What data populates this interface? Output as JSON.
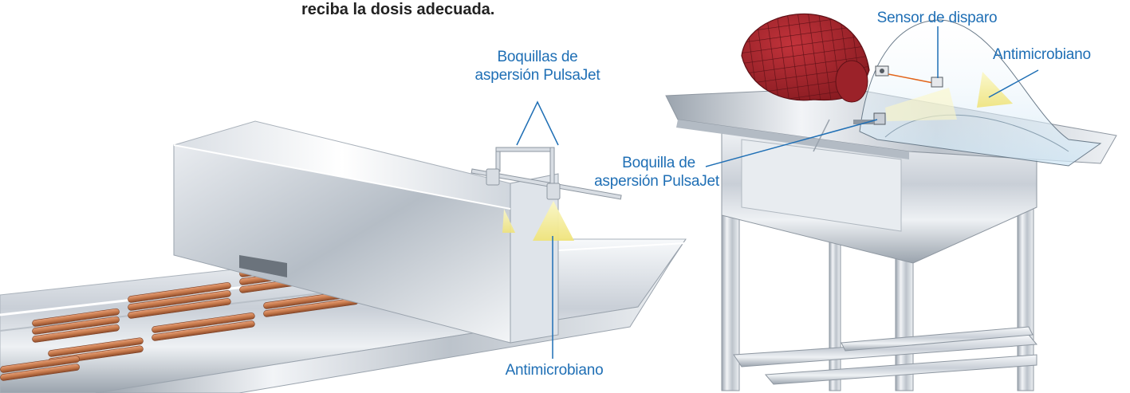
{
  "intro_text": "reciba la dosis adecuada.",
  "left_diagram": {
    "label_nozzles_line1": "Boquillas de",
    "label_nozzles_line2": "aspersión PulsaJet",
    "label_antimicrobial": "Antimicrobiano"
  },
  "right_diagram": {
    "label_sensor": "Sensor de disparo",
    "label_antimicrobial": "Antimicrobiano",
    "label_nozzle_line1": "Boquilla de",
    "label_nozzle_line2": "aspersión PulsaJet"
  },
  "colors": {
    "label_blue": "#1f6fb5",
    "steel": "#c8ced6",
    "meat": "#a8242c",
    "spray": "#f3ee9a",
    "product": "#c77a4c"
  }
}
